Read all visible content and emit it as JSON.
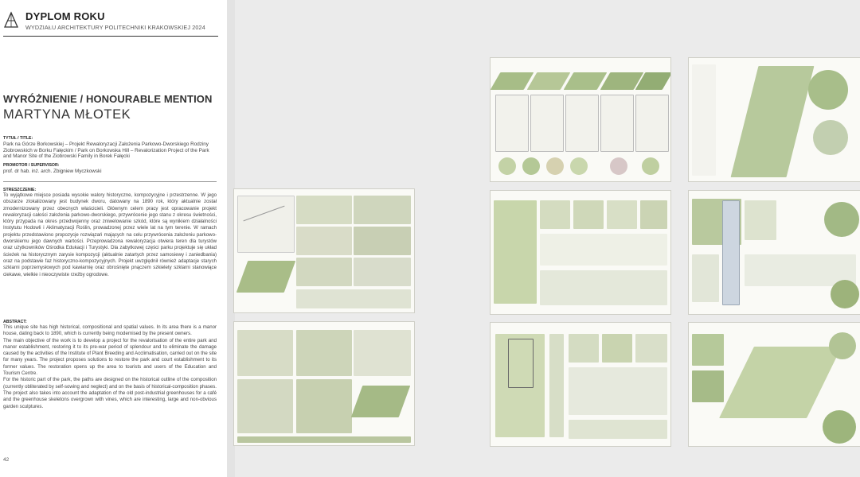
{
  "header": {
    "title": "DYPLOM ROKU",
    "subtitle": "WYDZIAŁU ARCHITEKTURY POLITECHNIKI KRAKOWSKIEJ 2024"
  },
  "award": "WYRÓŻNIENIE / HONOURABLE MENTION",
  "author": "MARTYNA MŁOTEK",
  "title_label": "TYTUŁ / TITLE:",
  "title_text": "Park na Górze Borkowskiej – Projekt Rewaloryzacji Założenia Parkowo-Dworskiego Rodziny Ziobrowskich w Borku Fałęckim / Park on Borkowska Hill – Revalorization Project of the Park and Manor Site of the Ziobrowski Family in Borek Fałęcki",
  "promotor_label": "PROMOTOR / SUPERVISOR:",
  "promotor_text": "prof. dr hab. inż. arch. Zbigniew Myczkowski",
  "summary_label": "STRESZCZENIE:",
  "summary_text": "To wyjątkowe miejsce posiada wysokie walory historyczne, kompozycyjne i przestrzenne. W jego obszarze zlokalizowany jest budynek dworu, datowany na 1890 rok, który aktualnie został zmodernizowany przez obecnych właścicieli. Głównym celem pracy jest opracowanie projekt rewaloryzacji całości założenia parkowo-dworskiego, przywrócenie jego stanu z okresu świetności, który przypada na okres przedwojenny oraz zniwelowanie szkód, które są wynikiem działalności Instytutu Hodowli i Aklimatyzacji Roślin, prowadzonej przez wiele lat na tym terenie. W ramach projektu przedstawiono propozycje rozwiązań mających na celu przywrócenia założeniu parkowo-dworskiemu jego dawnych wartości. Przeprowadzona rewaloryzacja otwiera teren dla turystów oraz użytkowników Ośrodka Edukacji i Turystyki. Dla zabytkowej części parku projektuje się układ ścieżek na historycznym zarysie kompozycji (aktualnie zatartych przez samosiewy i zaniedbania) oraz na podstawie faz historyczno-kompozycyjnych. Projekt uwzględnił również adaptacje starych szklarni poprzemysłowych pod kawiarnię oraz obrośnięte pnączem szkielety szklarni stanowiące ciekawe, wielkie i nieoczywiste rzeźby ogrodowe.",
  "abstract_label": "ABSTRACT:",
  "abstract_paragraphs": [
    "This unique site has high historical, compositional and spatial values. In its area there is a manor house, dating back to 1890, which is currently being modernised by the present owners.",
    "The main objective of the work is to develop a project for the revalorisation of the entire park and manor establishment, restoring it to its pre-war period of splendour and to eliminate the damage caused by the activities of the Institute of Plant Breeding and Acclimatisation, carried out on the site for many years. The project proposes solutions to restore the park and court establishment to its former values. The restoration opens up the area to tourists and users of the Education and Tourism Centre.",
    "For the historic part of the park, the paths are designed on the historical outline of the composition (currently obliterated by self-sowing and neglect) and on the basis of historical-composition phases. The project also takes into account the adaptation of the old post-industrial greenhouses for a café and the greenhouse skeletons overgrown with vines, which are interesting, large and non-obvious garden sculptures."
  ],
  "page_number": "42",
  "colors": {
    "page": "#ffffff",
    "spread_bg": "#ebebeb",
    "panel": "#fafaf6",
    "green_light": "#c9d8a8",
    "green_mid": "#9fb87a",
    "green_dark": "#6f8f52"
  },
  "icons": {
    "logo": "university-logo"
  }
}
